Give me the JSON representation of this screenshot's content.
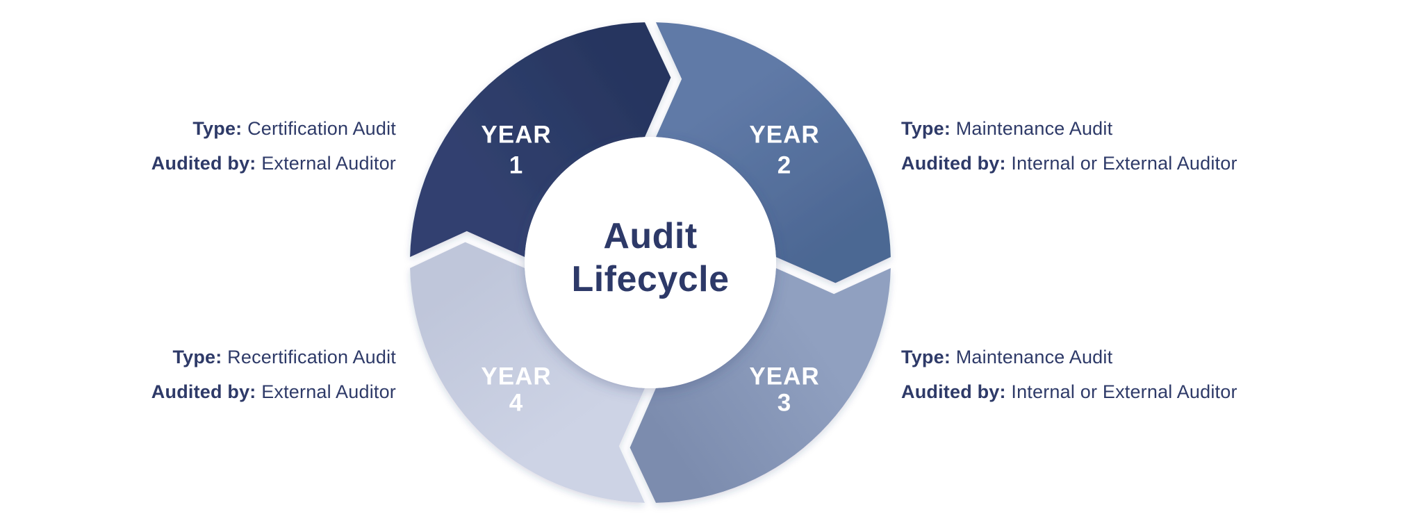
{
  "page": {
    "background": "#ffffff"
  },
  "diagram": {
    "center": {
      "line1": "Audit",
      "line2": "Lifecycle"
    },
    "colors": {
      "label_text": "#ffffff",
      "center_text": "#2d3968",
      "annotation_text": "#2e3a68",
      "gap": "#ffffff"
    },
    "segments": [
      {
        "id": "year-1",
        "label_word": "YEAR",
        "label_number": "1",
        "color": "#2b3a67",
        "color_light": "#31416f",
        "color_dark": "#27355f"
      },
      {
        "id": "year-2",
        "label_word": "YEAR",
        "label_number": "2",
        "color": "#56709e",
        "color_light": "#607aa7",
        "color_dark": "#4c6793"
      },
      {
        "id": "year-3",
        "label_word": "YEAR",
        "label_number": "3",
        "color": "#8595b6",
        "color_light": "#90a0c0",
        "color_dark": "#7c8cae"
      },
      {
        "id": "year-4",
        "label_word": "YEAR",
        "label_number": "4",
        "color": "#c6cce0",
        "color_light": "#cdd3e5",
        "color_dark": "#bfc6da"
      }
    ]
  },
  "annotations": {
    "top_left": {
      "type_label": "Type:",
      "type_value": "Certification Audit",
      "auditor_label": "Audited by:",
      "auditor_value": "External Auditor"
    },
    "top_right": {
      "type_label": "Type:",
      "type_value": "Maintenance Audit",
      "auditor_label": "Audited by:",
      "auditor_value": "Internal or External Auditor"
    },
    "bottom_right": {
      "type_label": "Type:",
      "type_value": "Maintenance Audit",
      "auditor_label": "Audited by:",
      "auditor_value": "Internal or External Auditor"
    },
    "bottom_left": {
      "type_label": "Type:",
      "type_value": "Recertification Audit",
      "auditor_label": "Audited by:",
      "auditor_value": "External Auditor"
    }
  }
}
